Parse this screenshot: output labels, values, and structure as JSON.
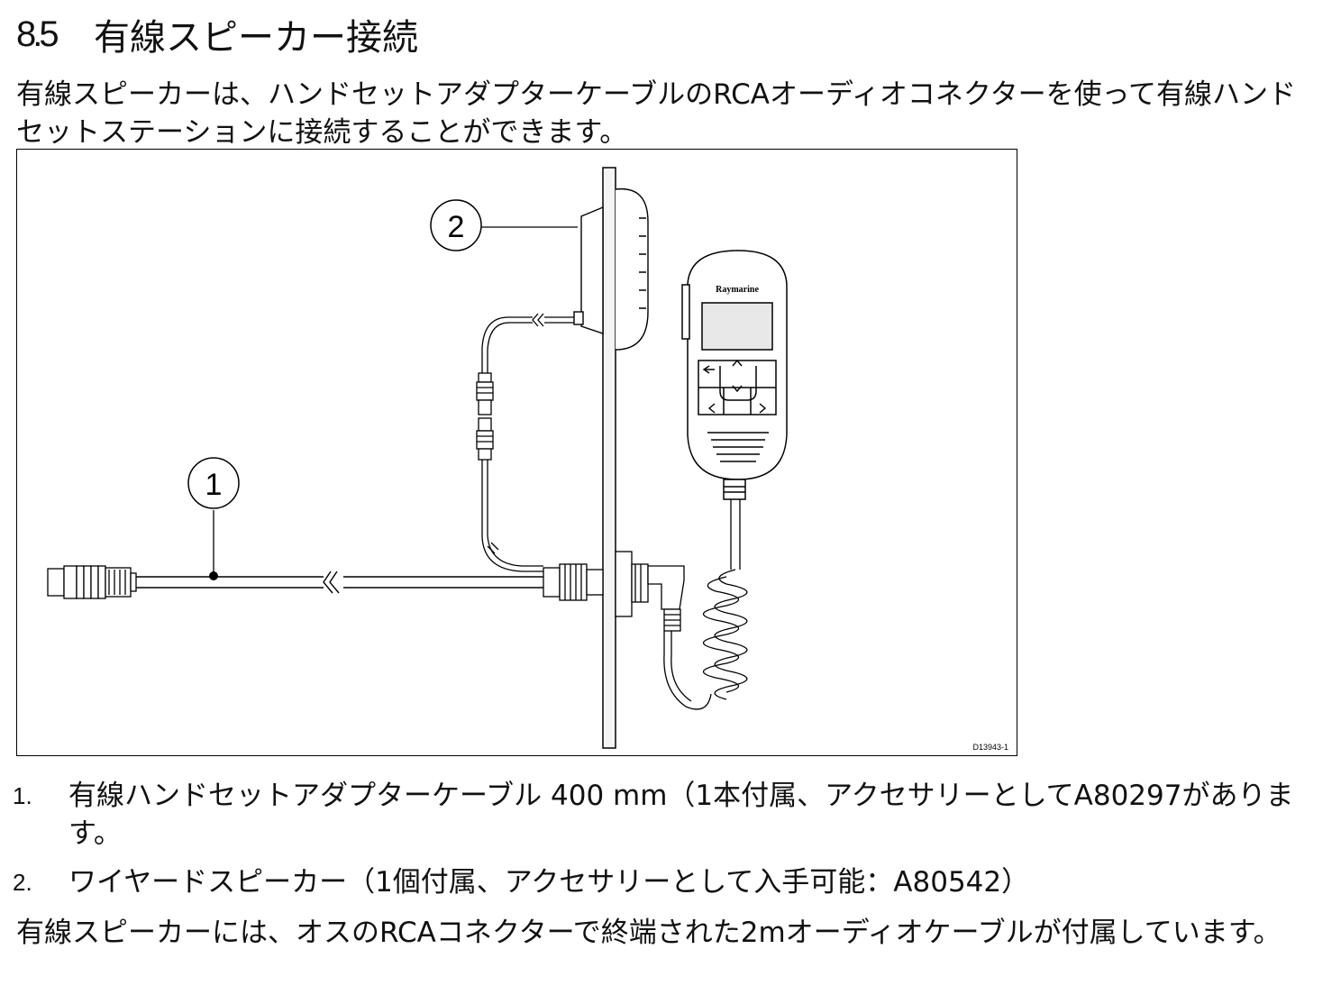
{
  "section": {
    "number": "8.5",
    "title": "有線スピーカー接続"
  },
  "intro_text": "有線スピーカーは、ハンドセットアダプターケーブルのRCAオーディオコネクターを使って有線ハンドセットステーションに接続することができます。",
  "figure": {
    "callout_1": "1",
    "callout_2": "2",
    "brand_logo": "Raymarine",
    "figure_id": "D13943-1",
    "icons": [
      "back-arrow-icon",
      "chevron-up-icon",
      "chevron-down-icon",
      "chevron-left-icon",
      "chevron-right-icon"
    ]
  },
  "list": [
    {
      "index": "1.",
      "text": "有線ハンドセットアダプターケーブル 400 mm（1本付属、アクセサリーとしてA80297があります。"
    },
    {
      "index": "2.",
      "text": "ワイヤードスピーカー（1個付属、アクセサリーとして入手可能：A80542）"
    }
  ],
  "footer_text": "有線スピーカーには、オスのRCAコネクターで終端された2mオーディオケーブルが付属しています。"
}
